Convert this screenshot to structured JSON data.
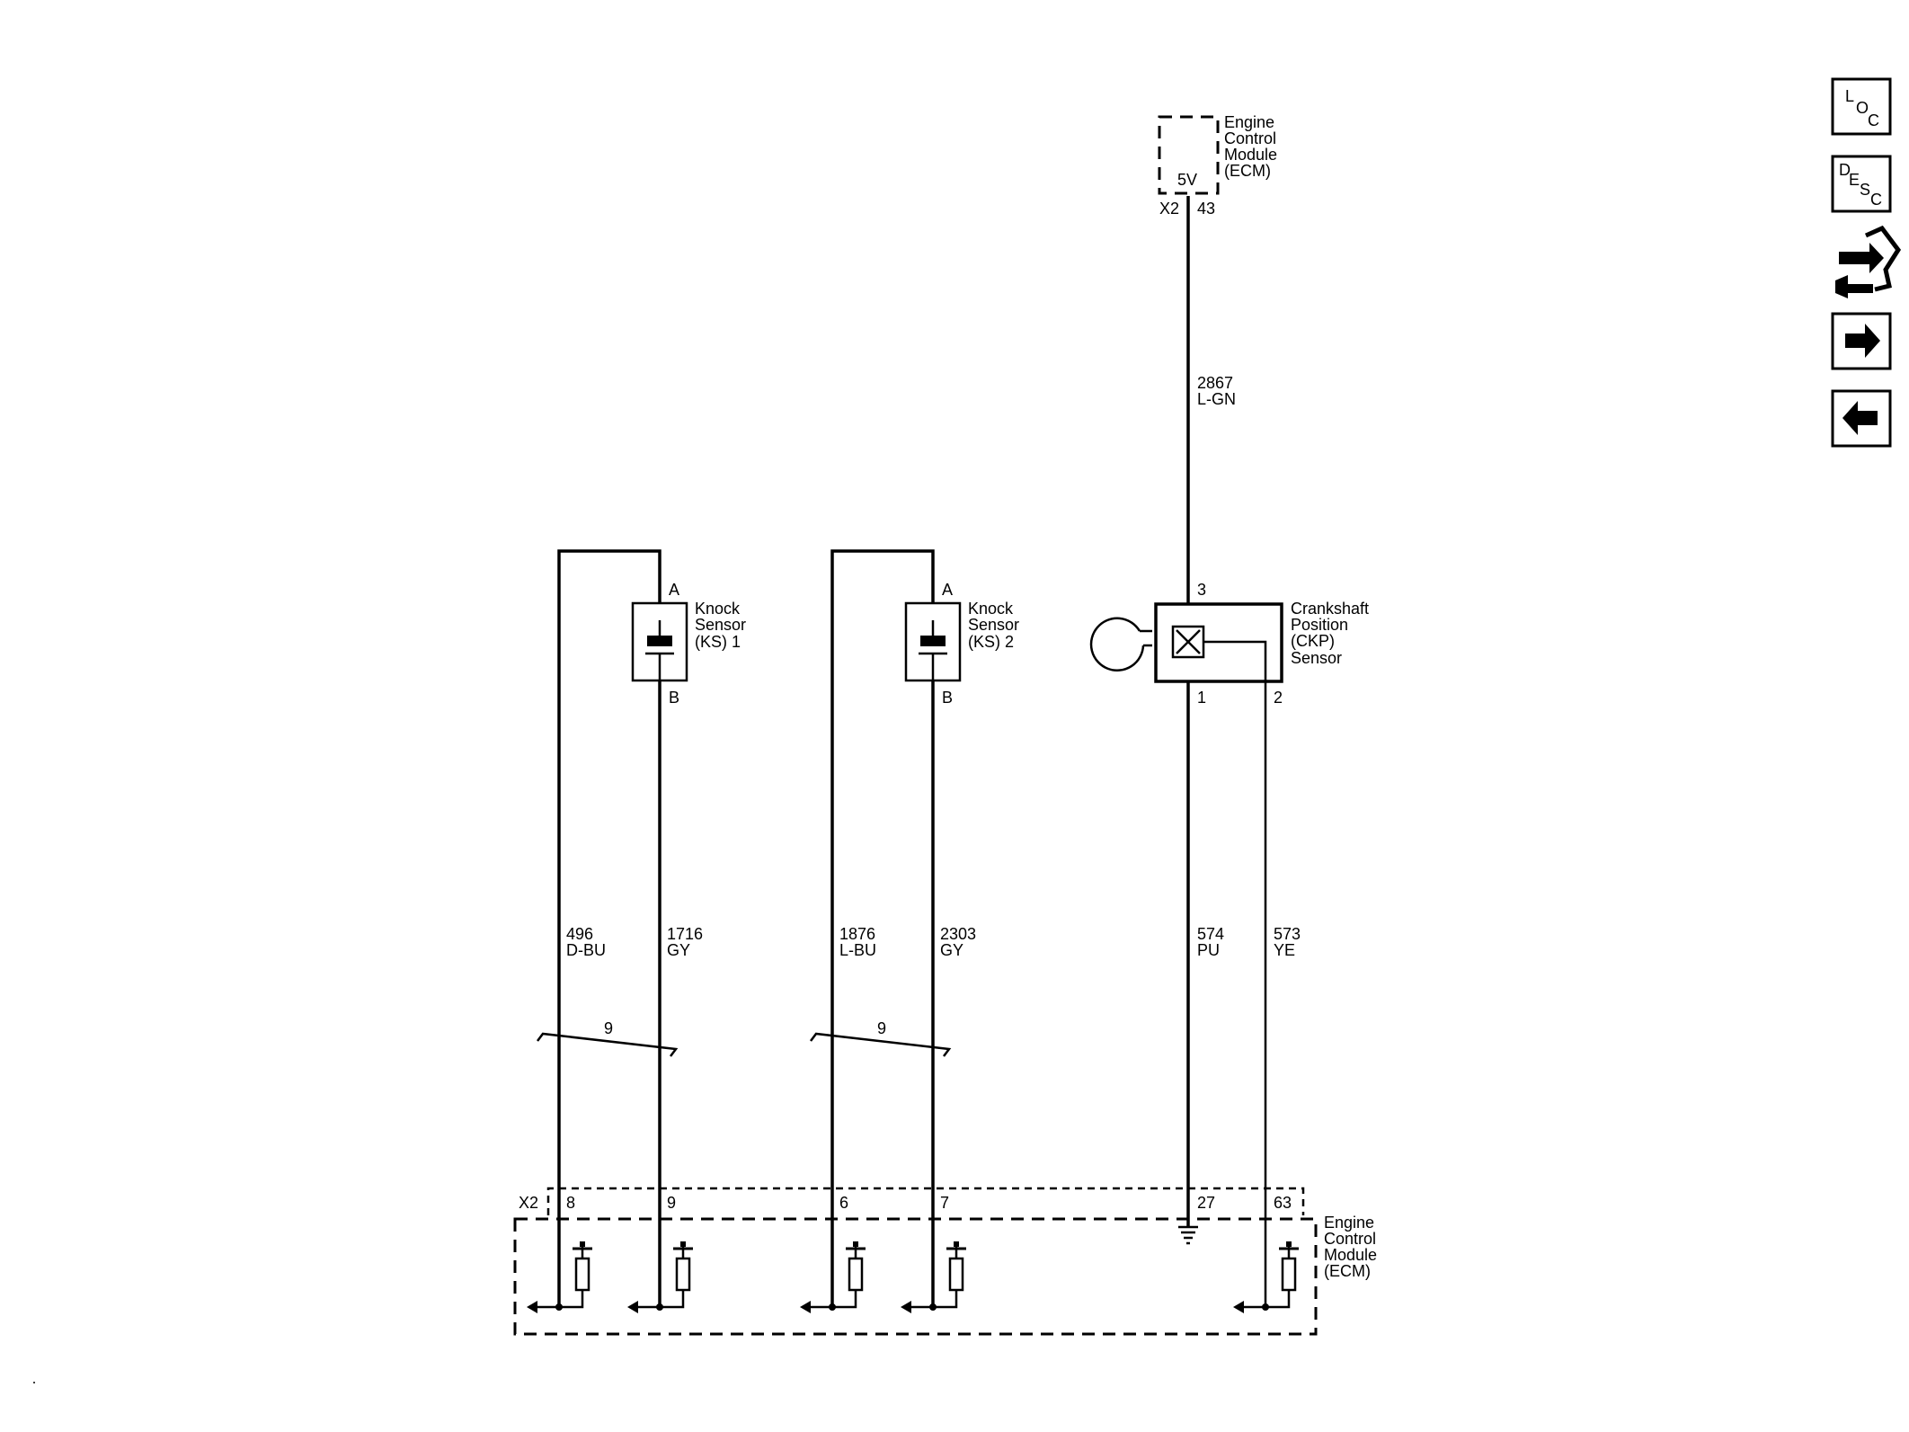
{
  "ecm_top": {
    "title": [
      "Engine",
      "Control",
      "Module",
      "(ECM)"
    ],
    "voltage": "5V",
    "connector": "X2",
    "pin": "43"
  },
  "ckp_supply_wire": {
    "circuit": "2867",
    "color": "L-GN"
  },
  "knock_sensor_1": {
    "name": [
      "Knock",
      "Sensor",
      "(KS) 1"
    ],
    "pin_a": "A",
    "pin_b": "B",
    "wire_low": {
      "circuit": "496",
      "color": "D-BU"
    },
    "wire_signal": {
      "circuit": "1716",
      "color": "GY"
    },
    "shield": "9"
  },
  "knock_sensor_2": {
    "name": [
      "Knock",
      "Sensor",
      "(KS) 2"
    ],
    "pin_a": "A",
    "pin_b": "B",
    "wire_low": {
      "circuit": "1876",
      "color": "L-BU"
    },
    "wire_signal": {
      "circuit": "2303",
      "color": "GY"
    },
    "shield": "9"
  },
  "ckp_sensor": {
    "name": [
      "Crankshaft",
      "Position",
      "(CKP)",
      "Sensor"
    ],
    "pin_3": "3",
    "pin_1": "1",
    "pin_2": "2",
    "wire_low": {
      "circuit": "574",
      "color": "PU"
    },
    "wire_signal": {
      "circuit": "573",
      "color": "YE"
    }
  },
  "ecm_bottom": {
    "connector": "X2",
    "pins": [
      "8",
      "9",
      "6",
      "7",
      "27",
      "63"
    ],
    "title": [
      "Engine",
      "Control",
      "Module",
      "(ECM)"
    ]
  },
  "nav": {
    "loc": {
      "letters": [
        "L",
        "O",
        "C"
      ]
    },
    "desc": {
      "letters": [
        "D",
        "E",
        "S",
        "C"
      ]
    },
    "icons": [
      "connector-end-view-icon",
      "arrow-right-icon",
      "arrow-left-icon"
    ]
  }
}
